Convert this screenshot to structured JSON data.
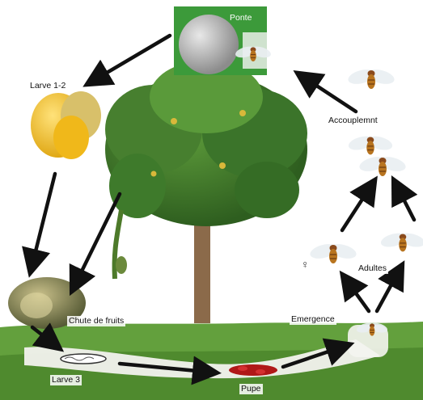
{
  "diagram": {
    "stages": {
      "ponte": "Ponte",
      "larve12": "Larve 1-2",
      "accouplement": "Accouplemnt",
      "chute": "Chute de fruits",
      "emergence": "Emergence",
      "adultes": "Adultes",
      "larve3": "Larve 3",
      "pupe": "Pupe",
      "female_symbol": "♀"
    },
    "colors": {
      "arrow": "#111111",
      "grass": "#5f9b3c",
      "foliage": "#3f7a2c",
      "fruit_yellow": "#f2c21f",
      "pupa_red": "#b01818",
      "mango_skin": "#7a7e4a"
    },
    "icons": [
      "fruit-fly-icon",
      "mango-fruit-icon",
      "tree-illustration",
      "pupa-icon",
      "larva-icon"
    ]
  }
}
